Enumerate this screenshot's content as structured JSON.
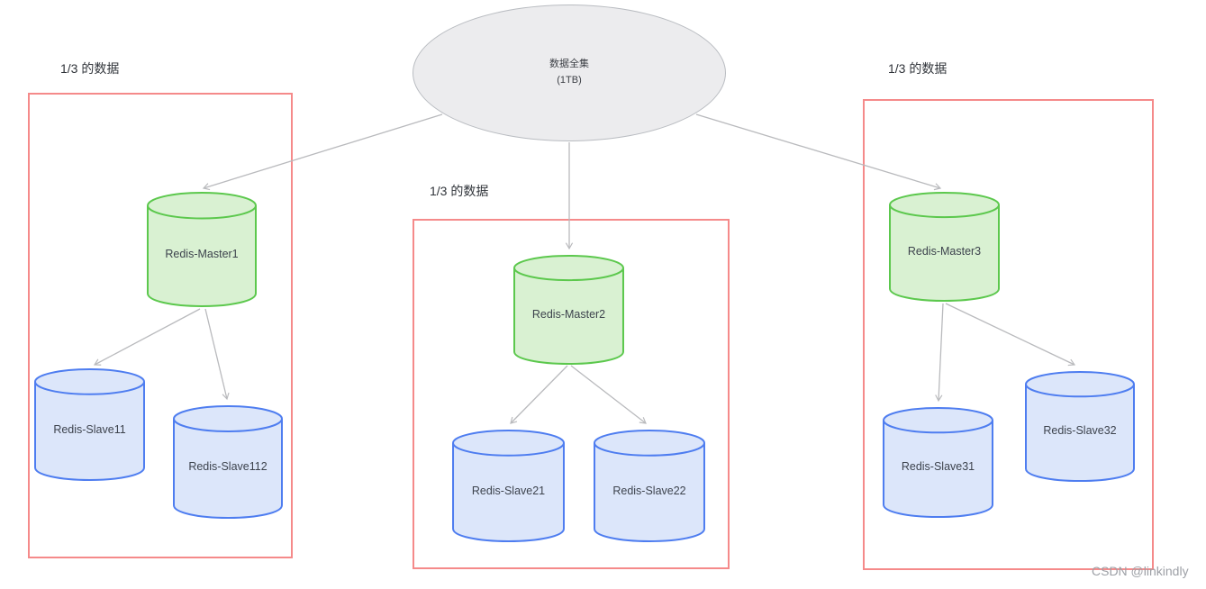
{
  "page": {
    "background": "#ffffff"
  },
  "watermark": {
    "text": "CSDN @linkindly"
  },
  "diagram": {
    "root": {
      "id": "dataset",
      "label_line1": "数据全集",
      "label_line2": "(1TB)"
    },
    "groups": [
      {
        "label": "1/3 的数据",
        "master": {
          "id": "redis-master1",
          "label": "Redis-Master1"
        },
        "slaves": [
          {
            "id": "redis-slave11",
            "label": "Redis-Slave11"
          },
          {
            "id": "redis-slave112",
            "label": "Redis-Slave112"
          }
        ]
      },
      {
        "label": "1/3 的数据",
        "master": {
          "id": "redis-master2",
          "label": "Redis-Master2"
        },
        "slaves": [
          {
            "id": "redis-slave21",
            "label": "Redis-Slave21"
          },
          {
            "id": "redis-slave22",
            "label": "Redis-Slave22"
          }
        ]
      },
      {
        "label": "1/3 的数据",
        "master": {
          "id": "redis-master3",
          "label": "Redis-Master3"
        },
        "slaves": [
          {
            "id": "redis-slave31",
            "label": "Redis-Slave31"
          },
          {
            "id": "redis-slave32",
            "label": "Redis-Slave32"
          }
        ]
      }
    ],
    "edges": [
      {
        "from": "dataset",
        "to": "redis-master1"
      },
      {
        "from": "dataset",
        "to": "redis-master2"
      },
      {
        "from": "dataset",
        "to": "redis-master3"
      },
      {
        "from": "redis-master1",
        "to": "redis-slave11"
      },
      {
        "from": "redis-master1",
        "to": "redis-slave112"
      },
      {
        "from": "redis-master2",
        "to": "redis-slave21"
      },
      {
        "from": "redis-master2",
        "to": "redis-slave22"
      },
      {
        "from": "redis-master3",
        "to": "redis-slave31"
      },
      {
        "from": "redis-master3",
        "to": "redis-slave32"
      }
    ],
    "colors": {
      "master_fill": "#d9f1d2",
      "master_stroke": "#5cc84d",
      "slave_fill": "#dce6fa",
      "slave_stroke": "#4e7df0",
      "group_border": "#f58a8a",
      "root_fill": "#ececee",
      "root_stroke": "#b9bcc1",
      "arrow": "#b9babd"
    }
  }
}
